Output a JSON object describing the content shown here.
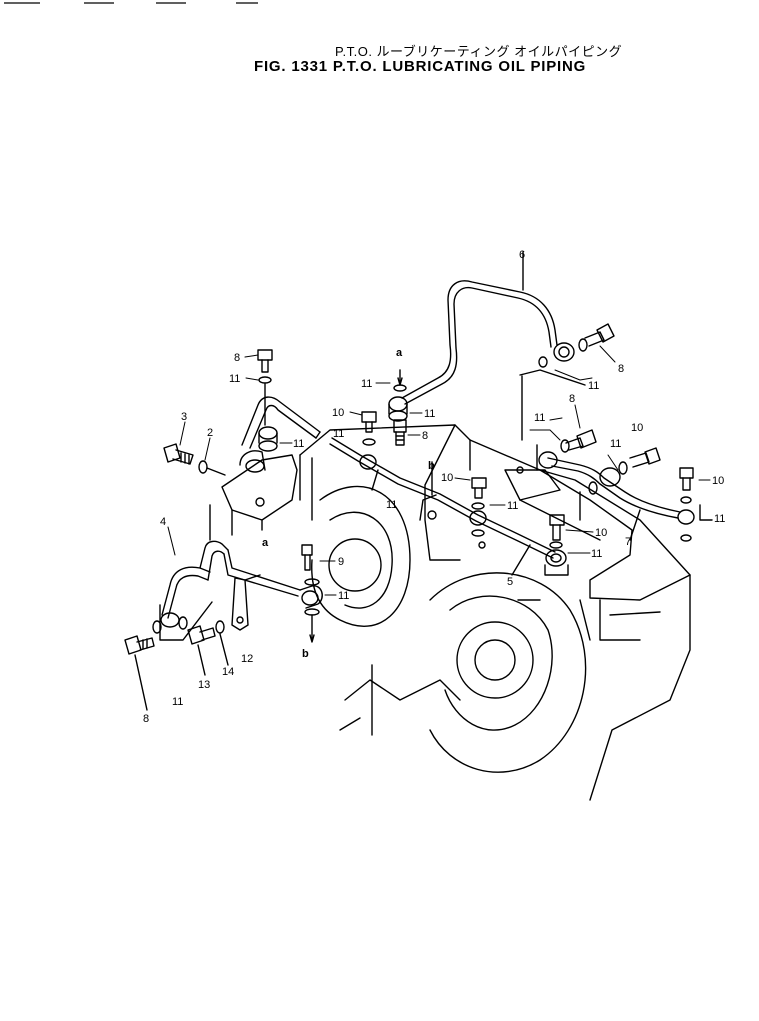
{
  "header": {
    "title_jp": "P.T.O. ルーブリケーティング オイルパイピング",
    "title_en": "FIG. 1331  P.T.O. LUBRICATING OIL PIPING"
  },
  "callouts": [
    {
      "id": "c-8a",
      "text": "8"
    },
    {
      "id": "c-11a",
      "text": "11"
    },
    {
      "id": "c-3",
      "text": "3"
    },
    {
      "id": "c-2",
      "text": "2"
    },
    {
      "id": "c-11b",
      "text": "11"
    },
    {
      "id": "c-a1",
      "text": "a"
    },
    {
      "id": "c-4",
      "text": "4"
    },
    {
      "id": "c-9",
      "text": "9"
    },
    {
      "id": "c-11c",
      "text": "11"
    },
    {
      "id": "c-b1",
      "text": "b"
    },
    {
      "id": "c-12",
      "text": "12"
    },
    {
      "id": "c-14",
      "text": "14"
    },
    {
      "id": "c-13",
      "text": "13"
    },
    {
      "id": "c-11d",
      "text": "11"
    },
    {
      "id": "c-8b",
      "text": "8"
    },
    {
      "id": "c-6",
      "text": "6"
    },
    {
      "id": "c-a2",
      "text": "a"
    },
    {
      "id": "c-11e",
      "text": "11"
    },
    {
      "id": "c-10a",
      "text": "10"
    },
    {
      "id": "c-11f",
      "text": "11"
    },
    {
      "id": "c-11g",
      "text": "11"
    },
    {
      "id": "c-8c",
      "text": "8"
    },
    {
      "id": "c-11h",
      "text": "11"
    },
    {
      "id": "c-b2",
      "text": "b"
    },
    {
      "id": "c-10b",
      "text": "10"
    },
    {
      "id": "c-11i",
      "text": "11"
    },
    {
      "id": "c-10c",
      "text": "10"
    },
    {
      "id": "c-11j",
      "text": "11"
    },
    {
      "id": "c-5",
      "text": "5"
    },
    {
      "id": "c-8d",
      "text": "8"
    },
    {
      "id": "c-11k",
      "text": "11"
    },
    {
      "id": "c-8e",
      "text": "8"
    },
    {
      "id": "c-11l",
      "text": "11"
    },
    {
      "id": "c-10d",
      "text": "10"
    },
    {
      "id": "c-11m",
      "text": "11"
    },
    {
      "id": "c-10e",
      "text": "10"
    },
    {
      "id": "c-11n",
      "text": "11"
    },
    {
      "id": "c-7",
      "text": "7"
    }
  ]
}
